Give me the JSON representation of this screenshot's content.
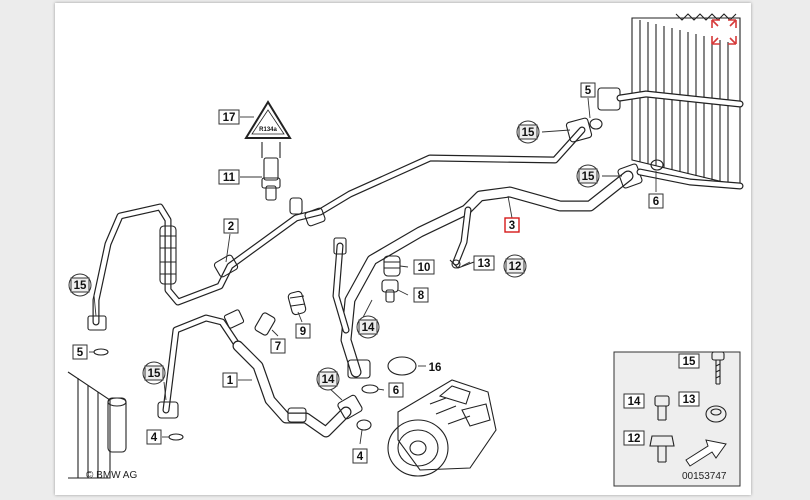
{
  "diagram": {
    "copyright": "© BMW AG",
    "drawing_number": "00153747",
    "warning_symbol_text": "R134a",
    "callouts": [
      {
        "id": "c17",
        "label": "17",
        "shape": "square",
        "highlight": false
      },
      {
        "id": "c11",
        "label": "11",
        "shape": "square",
        "highlight": false
      },
      {
        "id": "c2",
        "label": "2",
        "shape": "square",
        "highlight": false
      },
      {
        "id": "c15a",
        "label": "15",
        "shape": "circle",
        "highlight": false
      },
      {
        "id": "c5a",
        "label": "5",
        "shape": "square",
        "highlight": false
      },
      {
        "id": "c15b",
        "label": "15",
        "shape": "circle",
        "highlight": false
      },
      {
        "id": "c4a",
        "label": "4",
        "shape": "square",
        "highlight": false
      },
      {
        "id": "c1",
        "label": "1",
        "shape": "square",
        "highlight": false
      },
      {
        "id": "c7",
        "label": "7",
        "shape": "square",
        "highlight": false
      },
      {
        "id": "c9",
        "label": "9",
        "shape": "square",
        "highlight": false
      },
      {
        "id": "c14a",
        "label": "14",
        "shape": "circle",
        "highlight": false
      },
      {
        "id": "c14b",
        "label": "14",
        "shape": "circle",
        "highlight": false
      },
      {
        "id": "c6a",
        "label": "6",
        "shape": "square",
        "highlight": false
      },
      {
        "id": "c4b",
        "label": "4",
        "shape": "square",
        "highlight": false
      },
      {
        "id": "c16",
        "label": "16",
        "shape": "plain",
        "highlight": false
      },
      {
        "id": "c10",
        "label": "10",
        "shape": "square",
        "highlight": false
      },
      {
        "id": "c8",
        "label": "8",
        "shape": "square",
        "highlight": false
      },
      {
        "id": "c13a",
        "label": "13",
        "shape": "square",
        "highlight": false
      },
      {
        "id": "c12a",
        "label": "12",
        "shape": "circle",
        "highlight": false
      },
      {
        "id": "c3",
        "label": "3",
        "shape": "square",
        "highlight": true
      },
      {
        "id": "c15c",
        "label": "15",
        "shape": "circle",
        "highlight": false
      },
      {
        "id": "c5b",
        "label": "5",
        "shape": "square",
        "highlight": false
      },
      {
        "id": "c15d",
        "label": "15",
        "shape": "circle",
        "highlight": false
      },
      {
        "id": "c6b",
        "label": "6",
        "shape": "square",
        "highlight": false
      },
      {
        "id": "c15e",
        "label": "15",
        "shape": "square",
        "highlight": false
      },
      {
        "id": "c14c",
        "label": "14",
        "shape": "square",
        "highlight": false
      },
      {
        "id": "c13b",
        "label": "13",
        "shape": "square",
        "highlight": false
      },
      {
        "id": "c12b",
        "label": "12",
        "shape": "square",
        "highlight": false
      }
    ]
  },
  "colors": {
    "highlight": "#d61a1a",
    "expand_icon": "#d63a3a",
    "inset_box": "#eeeeee"
  }
}
